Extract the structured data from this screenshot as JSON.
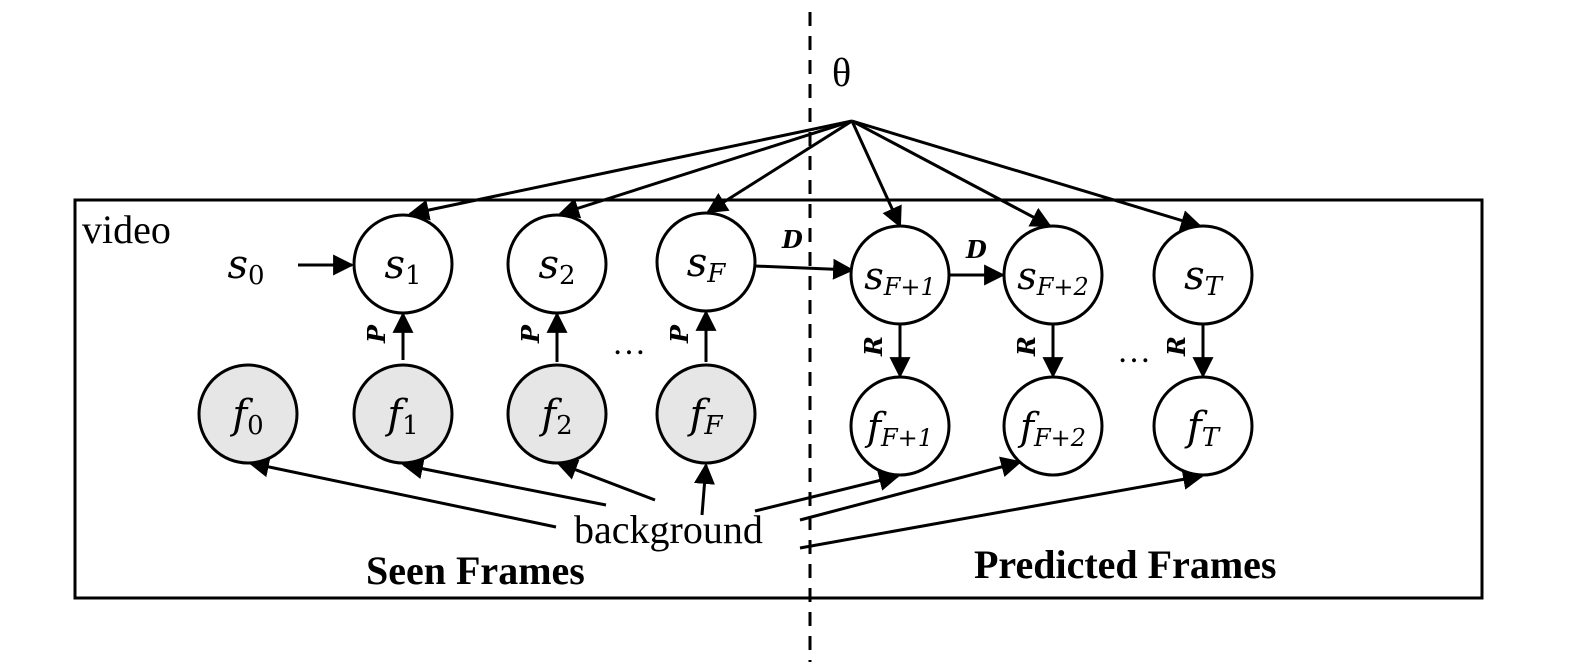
{
  "params": {
    "theta": "θ"
  },
  "plate": {
    "label": "video",
    "seen_label": "Seen Frames",
    "predicted_label": "Predicted Frames",
    "background_label": "background"
  },
  "states": [
    {
      "id": "s0",
      "base": "s",
      "sub": "0",
      "observed": false,
      "boxed": false
    },
    {
      "id": "s1",
      "base": "s",
      "sub": "1",
      "observed": false,
      "boxed": true
    },
    {
      "id": "s2",
      "base": "s",
      "sub": "2",
      "observed": false,
      "boxed": true
    },
    {
      "id": "sF",
      "base": "s",
      "sub": "F",
      "observed": false,
      "boxed": true
    },
    {
      "id": "sF1",
      "base": "s",
      "sub": "F+1",
      "observed": false,
      "boxed": true
    },
    {
      "id": "sF2",
      "base": "s",
      "sub": "F+2",
      "observed": false,
      "boxed": true
    },
    {
      "id": "sT",
      "base": "s",
      "sub": "T",
      "observed": false,
      "boxed": true
    }
  ],
  "frames": [
    {
      "id": "f0",
      "base": "f",
      "sub": "0",
      "observed": true
    },
    {
      "id": "f1",
      "base": "f",
      "sub": "1",
      "observed": true
    },
    {
      "id": "f2",
      "base": "f",
      "sub": "2",
      "observed": true
    },
    {
      "id": "fF",
      "base": "f",
      "sub": "F",
      "observed": true
    },
    {
      "id": "fF1",
      "base": "f",
      "sub": "F+1",
      "observed": false
    },
    {
      "id": "fF2",
      "base": "f",
      "sub": "F+2",
      "observed": false
    },
    {
      "id": "fT",
      "base": "f",
      "sub": "T",
      "observed": false
    }
  ],
  "edge_labels": {
    "perception": "P",
    "dynamics": "D",
    "rendering": "R"
  },
  "ellipsis": "…",
  "colors": {
    "observed_fill": "#e6e6e6",
    "stroke": "#000000",
    "background": "#ffffff"
  }
}
